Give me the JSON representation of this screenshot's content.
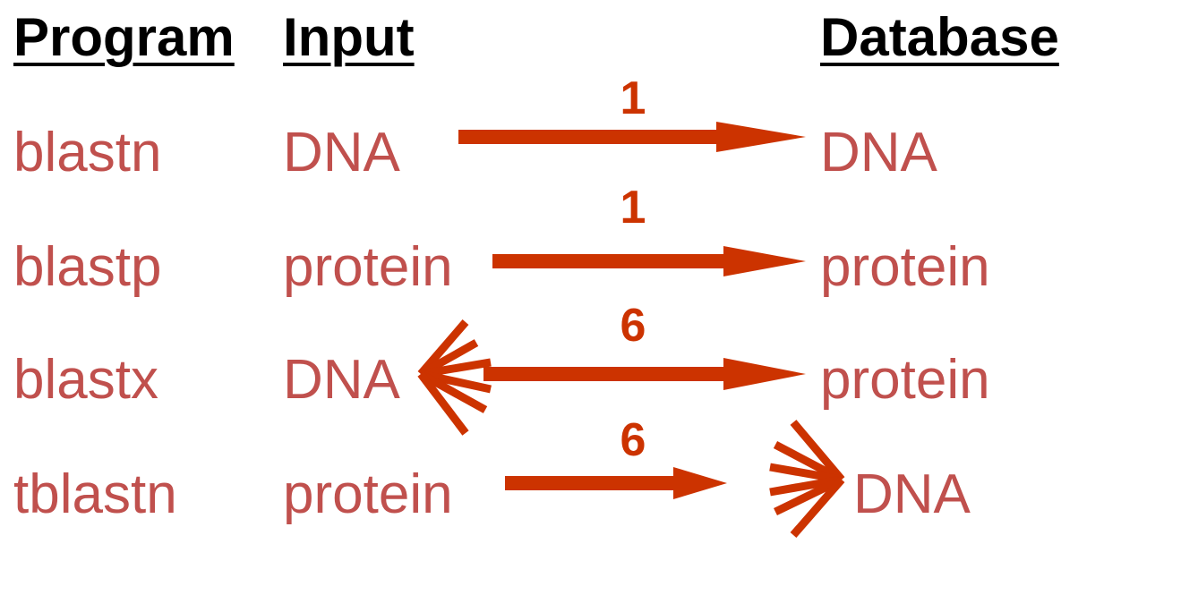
{
  "headers": {
    "program": "Program",
    "input": "Input",
    "database": "Database"
  },
  "rows": [
    {
      "program": "blastn",
      "input": "DNA",
      "database": "DNA",
      "frames": "1"
    },
    {
      "program": "blastp",
      "input": "protein",
      "database": "protein",
      "frames": "1"
    },
    {
      "program": "blastx",
      "input": "DNA",
      "database": "protein",
      "frames": "6"
    },
    {
      "program": "tblastn",
      "input": "protein",
      "database": "DNA",
      "frames": "6"
    }
  ],
  "colors": {
    "header": "#000000",
    "text": "#c0504d",
    "arrow": "#cc3300"
  }
}
